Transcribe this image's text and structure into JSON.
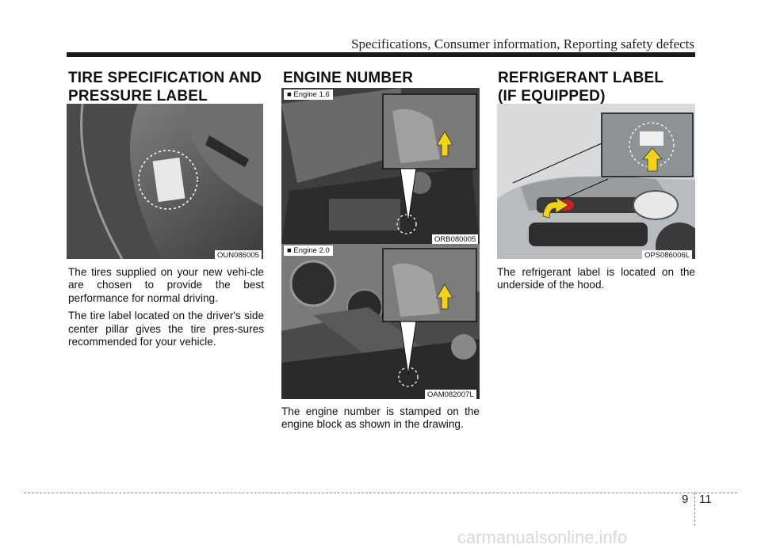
{
  "header": {
    "title": "Specifications, Consumer information, Reporting safety defects"
  },
  "sections": {
    "tire": {
      "title_line1": "TIRE SPECIFICATION AND",
      "title_line2": "PRESSURE LABEL",
      "image_code": "OUN086005",
      "paragraphs": [
        "The tires supplied on your new vehi-cle are chosen to provide the best performance for normal driving.",
        "The tire label located on the driver's side center pillar gives the tire pres-sures recommended for your vehicle."
      ]
    },
    "engine": {
      "title": "ENGINE NUMBER",
      "image1_tag": "■ Engine 1.6",
      "image1_code": "ORB080005",
      "image2_tag": "■ Engine 2.0",
      "image2_code": "OAM082007L",
      "paragraph": "The engine number is stamped on the engine block as shown in the drawing."
    },
    "refrigerant": {
      "title_line1": "REFRIGERANT LABEL",
      "title_line2": "(IF EQUIPPED)",
      "image_code": "OPS086006L",
      "paragraph": "The refrigerant label is located on the underside of the hood."
    }
  },
  "footer": {
    "chapter": "9",
    "page": "11",
    "watermark": "carmanualsonline.info"
  },
  "colors": {
    "arrow": "#f2d21b",
    "rule": "#1a1a1a"
  }
}
